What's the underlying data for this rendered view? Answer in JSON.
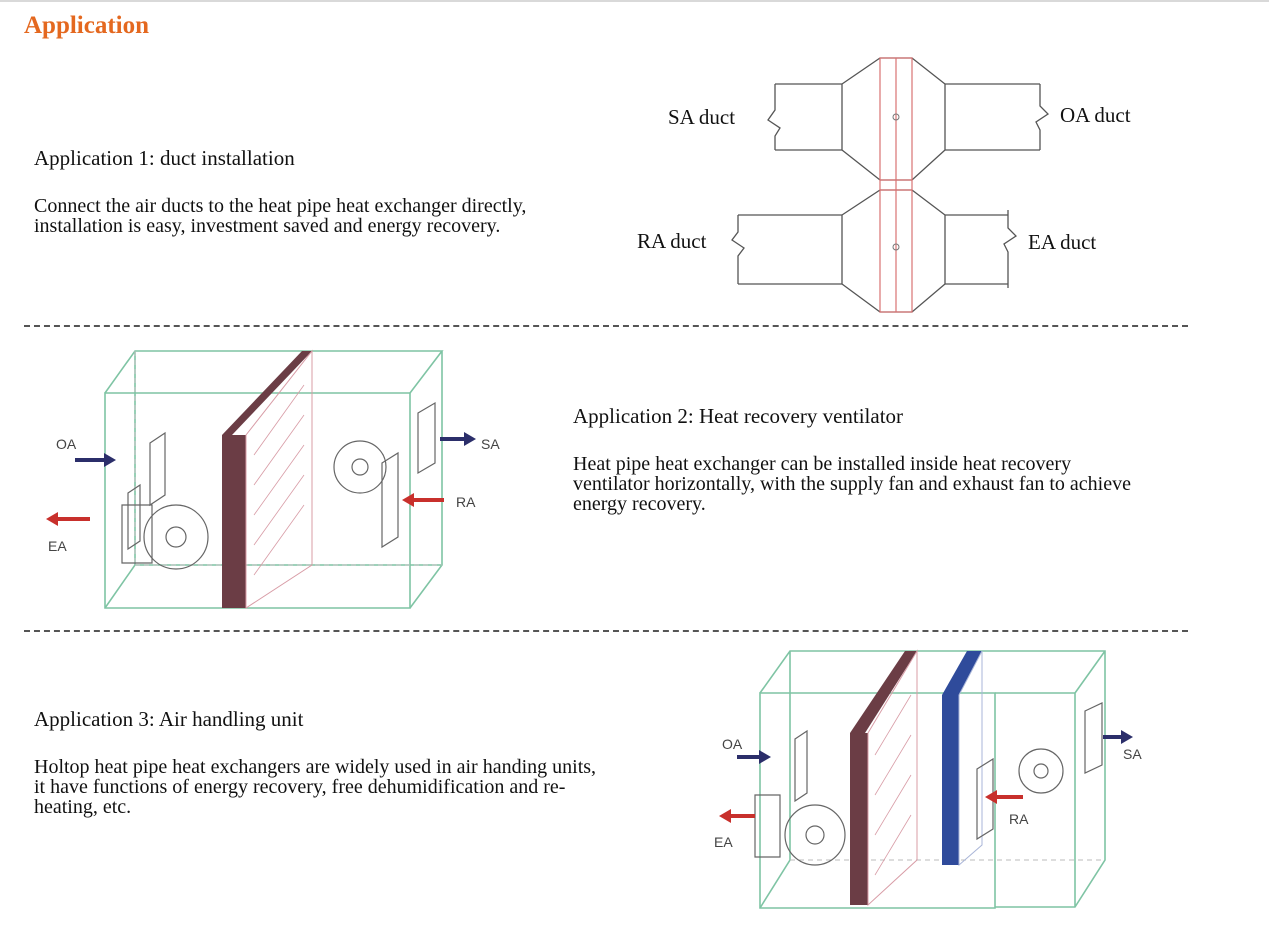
{
  "page": {
    "title": "Application"
  },
  "sections": [
    {
      "heading": "Application 1: duct installation",
      "body": "Connect the air ducts to the heat pipe heat exchanger directly, installation is easy, investment saved and energy recovery.",
      "diagram_labels": {
        "sa": "SA duct",
        "oa": "OA duct",
        "ra": "RA duct",
        "ea": "EA duct"
      }
    },
    {
      "heading": "Application 2: Heat recovery ventilator",
      "body": "Heat pipe heat exchanger can be installed inside heat recovery ventilator horizontally, with the supply fan and exhaust fan to achieve energy recovery.",
      "diagram_labels": {
        "oa": "OA",
        "ea": "EA",
        "sa": "SA",
        "ra": "RA"
      }
    },
    {
      "heading": "Application 3: Air handling unit",
      "body": "Holtop heat pipe heat exchangers are widely used in air handing units, it have functions of energy recovery, free dehumidification and re-heating, etc.",
      "diagram_labels": {
        "oa": "OA",
        "ea": "EA",
        "sa": "SA",
        "ra": "RA"
      }
    }
  ],
  "colors": {
    "title": "#e4681f",
    "unit_outline": "#7fc4a4",
    "exchanger_brown": "#6b3d45",
    "exchanger_blue": "#2f4b9b",
    "arrow_navy": "#2b2e6a",
    "arrow_red": "#c8302c",
    "duct_red": "#d97373"
  }
}
